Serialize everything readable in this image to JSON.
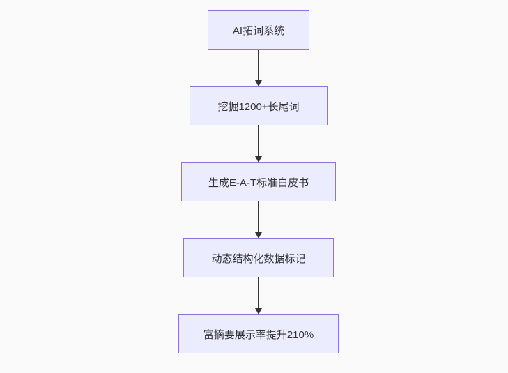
{
  "canvas": {
    "background_color": "#fafafa"
  },
  "flowchart": {
    "type": "flowchart",
    "direction": "top-down",
    "style": {
      "node_fill": "#ececff",
      "node_border": "#9370db",
      "text_color": "#333333",
      "arrow_color": "#333333"
    },
    "nodes": [
      {
        "id": "n1",
        "label": "AI拓词系统"
      },
      {
        "id": "n2",
        "label": "挖掘1200+长尾词"
      },
      {
        "id": "n3",
        "label": "生成E-A-T标准白皮书"
      },
      {
        "id": "n4",
        "label": "动态结构化数据标记"
      },
      {
        "id": "n5",
        "label": "富摘要展示率提升210%"
      }
    ],
    "edges": [
      {
        "from": "n1",
        "to": "n2"
      },
      {
        "from": "n2",
        "to": "n3"
      },
      {
        "from": "n3",
        "to": "n4"
      },
      {
        "from": "n4",
        "to": "n5"
      }
    ]
  }
}
